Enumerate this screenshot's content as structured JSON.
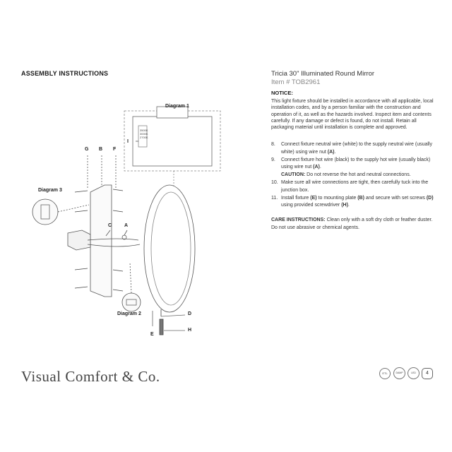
{
  "header": {
    "section_title": "ASSEMBLY INSTRUCTIONS",
    "product_title": "Tricia 30\" Illuminated Round Mirror",
    "item_number": "Item # TOB2961"
  },
  "notice": {
    "heading": "NOTICE:",
    "text": "This light fixture should be installed in accordance with all applicable, local installation codes, and by a person familiar with the construction and operation of it, as well as the hazards involved. Inspect item and contents carefully. If any damage or defect is found, do not install. Retain all packaging material until installation is complete and approved."
  },
  "steps": [
    {
      "num": "8.",
      "pre": "Connect fixture neutral wire (white) to the supply neutral wire (usually white) using wire nut ",
      "bold": "(A)",
      "post": "."
    },
    {
      "num": "9.",
      "pre": "Connect fixture hot wire (black) to the supply hot wire (usually black) using wire nut ",
      "bold": "(A)",
      "post": ".",
      "caution_label": "CAUTION:",
      "caution_text": " Do not reverse the hot and neutral connections."
    },
    {
      "num": "10.",
      "pre": "Make sure all wire connections are tight, then carefully tuck into the junction box.",
      "bold": "",
      "post": ""
    },
    {
      "num": "11.",
      "pre": "Install fixture ",
      "bold": "(E)",
      "post": " to mounting plate ",
      "bold2": "(B)",
      "post2": " and secure with set screws ",
      "bold3": "(D)",
      "post3": " using provided screwdriver ",
      "bold4": "(H)",
      "post4": "."
    }
  ],
  "care": {
    "label": "CARE INSTRUCTIONS:",
    "text": " Clean only with a soft dry cloth or feather duster. Do not use abrasive or chemical agents."
  },
  "diagram": {
    "diagram1": "Diagram 1",
    "diagram2": "Diagram 2",
    "diagram3": "Diagram 3",
    "cct": [
      "3500K",
      "3000K",
      "2700K"
    ],
    "label_I": "I",
    "labels": {
      "G": "G",
      "B": "B",
      "F": "F",
      "C": "C",
      "A": "A",
      "D": "D",
      "E": "E",
      "H": "H"
    }
  },
  "footer": {
    "brand": "Visual Comfort & Co.",
    "badges": [
      "ETL",
      "DAMP",
      "LED"
    ],
    "page_number": "4"
  }
}
